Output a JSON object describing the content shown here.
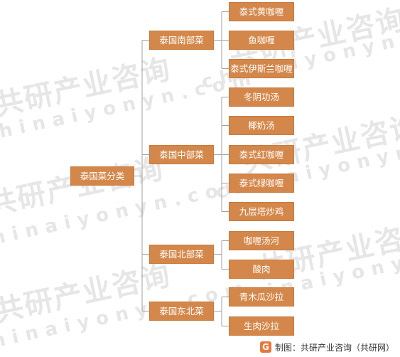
{
  "watermark": {
    "cn": "共研产业咨询",
    "en": "chinaiyonyn.com"
  },
  "tree": {
    "root": "泰国菜分类",
    "groups": [
      {
        "label": "泰国南部菜",
        "items": [
          "泰式黄咖喱",
          "鱼咖喱",
          "泰式伊斯兰咖喱"
        ]
      },
      {
        "label": "泰国中部菜",
        "items": [
          "冬阴功汤",
          "椰奶汤",
          "泰式红咖喱",
          "泰式绿咖喱",
          "九层塔炒鸡"
        ]
      },
      {
        "label": "泰国北部菜",
        "items": [
          "咖喱汤河",
          "酸肉"
        ]
      },
      {
        "label": "泰国东北菜",
        "items": [
          "青木瓜沙拉",
          "生肉沙拉"
        ]
      }
    ]
  },
  "footer": {
    "logo_icon": "G",
    "credit": "制图：共研产业咨询（共研网）"
  },
  "colors": {
    "node_fill": "#d4874a",
    "connector": "#a0a0a0"
  }
}
